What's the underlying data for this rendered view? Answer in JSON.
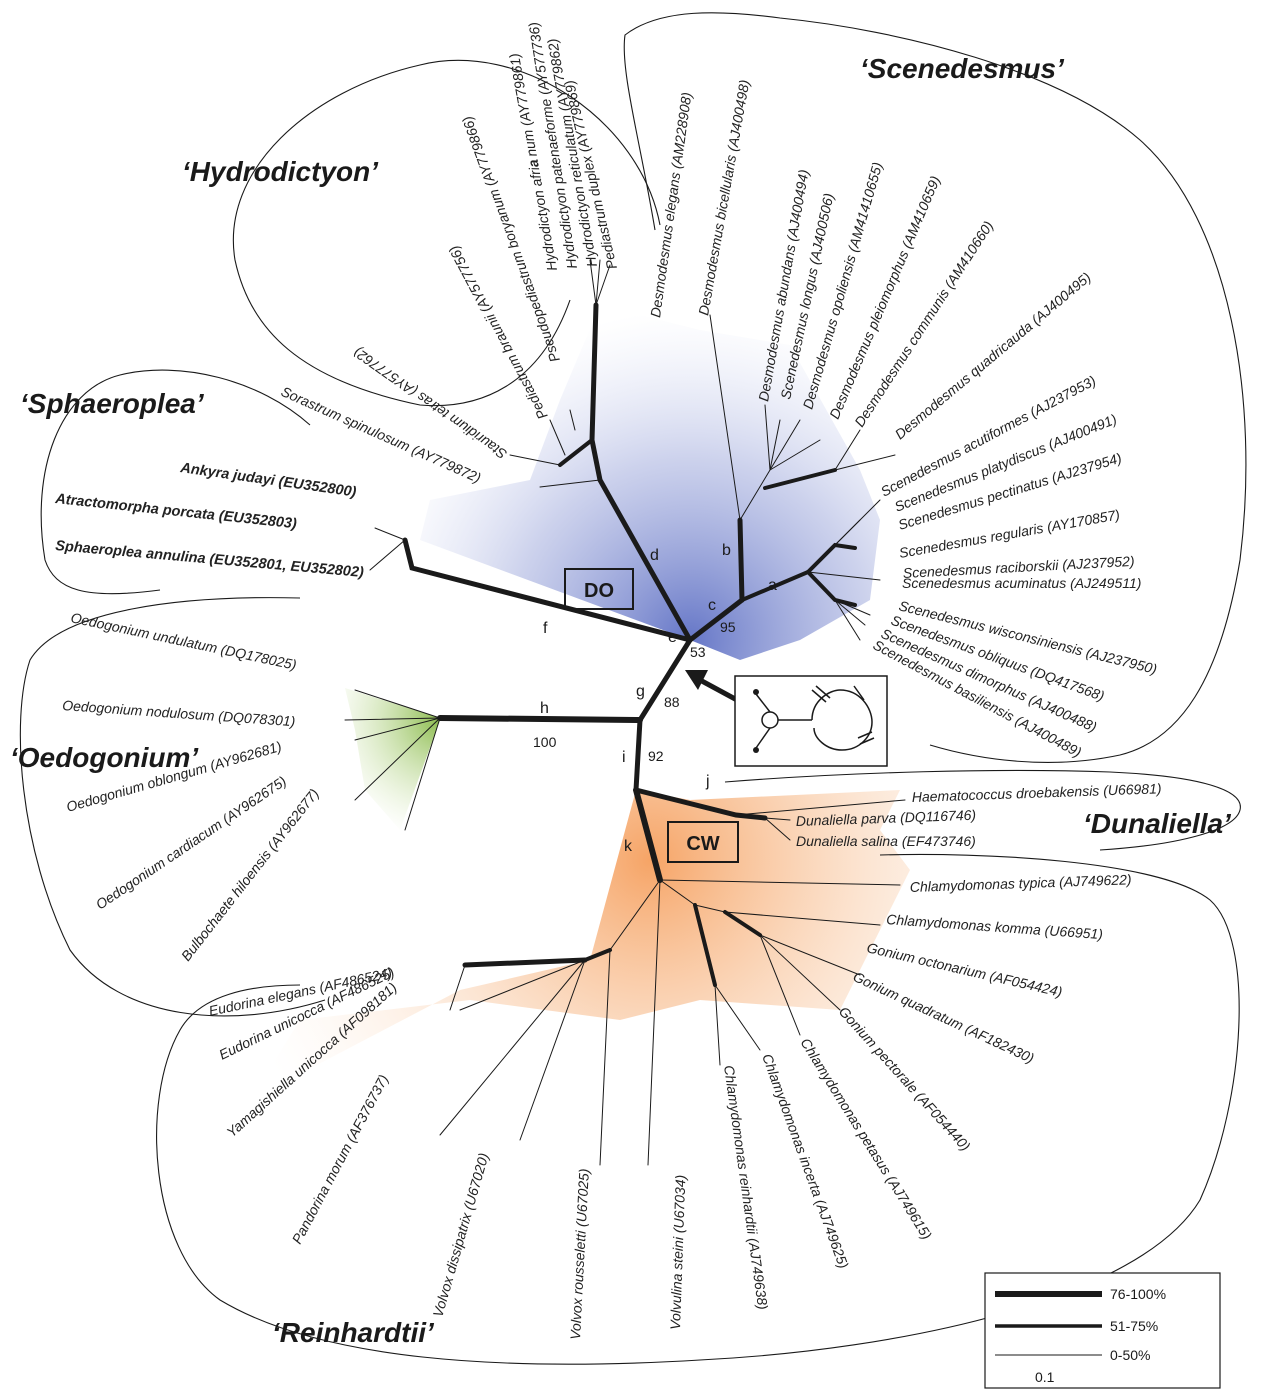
{
  "clades": {
    "scenedesmus": "‘Scenedesmus’",
    "hydrodictyon": "‘Hydrodictyon’",
    "sphaeroplea": "‘Sphaeroplea’",
    "oedogonium": "‘Oedogonium’",
    "dunaliella": "‘Dunaliella’",
    "reinhardtii": "‘Reinhardtii’"
  },
  "boxes": {
    "do": "DO",
    "cw": "CW"
  },
  "branch_labels": {
    "a": "a",
    "b": "b",
    "c": "c",
    "d": "d",
    "e": "e",
    "f": "f",
    "g": "g",
    "h": "h",
    "i": "i",
    "j": "j",
    "k": "k"
  },
  "bootstrap": {
    "c": "95",
    "e": "53",
    "g": "88",
    "h": "100",
    "i": "92"
  },
  "taxa": {
    "pediastrum_duplex": "Pediastrum duplex (AY779869)",
    "hydrodictyon_reticulatum": "Hydrodictyon reticulatum (AY779862)",
    "hydrodictyon_pateneaforme": "Hydrodictyon patenaeforme (AY577736)",
    "hydrodictyon_africanum": "Hydrodictyon afri",
    "hydrodictyon_africanum_b": "a",
    "hydrodictyon_africanum_c": "num (AY779861)",
    "pseudopediastrum": "Pseudopediastrum boryanum (AY779866)",
    "pediastrum_braunii": "Pediastrum braunii (AY577756)",
    "stauridium": "Stauridium tetras (AY577762)",
    "sorastrum": "Sorastrum spinulosum (AY779872)",
    "d_elegans": "Desmodesmus elegans (AM228908)",
    "d_bicellularis": "Desmodesmus bicellularis (AJ400498)",
    "d_abundans": "Desmodesmus abundans (AJ400494)",
    "s_longus": "Scenedesmus longus (AJ400506)",
    "d_opoliensis": "Desmodesmus opoliensis (AM41410655)",
    "d_pleiomorphus": "Desmodesmus pleiomorphus (AM410659)",
    "d_communis": "Desmodesmus communis (AM410660)",
    "d_quadricauda": "Desmodesmus quadricauda (AJ400495)",
    "s_acutiformes": "Scenedesmus acutiformes (AJ237953)",
    "s_platydiscus": "Scenedesmus platydiscus (AJ400491)",
    "s_pectinatus": "Scenedesmus pectinatus (AJ237954)",
    "s_regularis": "Scenedesmus regularis (AY170857)",
    "s_raciborskii": "Scenedesmus raciborskii (AJ237952)",
    "s_acuminatus": "Scenedesmus acuminatus (AJ249511)",
    "s_wisconsiniensis": "Scenedesmus wisconsiniensis (AJ237950)",
    "s_obliquus": "Scenedesmus obliquus (DQ417568)",
    "s_dimorphus": "Scenedesmus dimorphus (AJ400488)",
    "s_basiliensis": "Scenedesmus basiliensis (AJ400489)",
    "ankyra": "Ankyra judayi (EU352800)",
    "atractomorpha": "Atractomorpha porcata (EU352803)",
    "sphaeroplea": "Sphaeroplea annulina (EU352801, EU352802)",
    "o_undulatum": "Oedogonium undulatum (DQ178025)",
    "o_nodulosum": "Oedogonium nodulosum (DQ078301)",
    "o_oblongum": "Oedogonium oblongum (AY962681)",
    "o_cardiacum": "Oedogonium cardiacum (AY962675)",
    "bulbochaete": "Bulbochaete hiloensis (AY962677)",
    "haematococcus": "Haematococcus droebakensis (U66981)",
    "dunaliella_parva": "Dunaliella parva (DQ116746)",
    "dunaliella_salina": "Dunaliella salina (EF473746)",
    "c_typica": "Chlamydomonas typica (AJ749622)",
    "c_komma": "Chlamydomonas komma (U66951)",
    "g_octonarium": "Gonium octonarium (AF054424)",
    "g_quadratum": "Gonium quadratum (AF182430)",
    "g_pectorale": "Gonium pectorale (AF054440)",
    "c_petasus": "Chlamydomonas petasus (AJ749615)",
    "c_incerta": "Chlamydomonas incerta (AJ749625)",
    "c_reinhardtii": "Chlamydomonas reinhardtii (AJ749638)",
    "volvulina": "Volvulina steini (U67034)",
    "volvox_rousseletii": "Volvox rousseletti (U67025)",
    "volvox_dissipatrix": "Volvox dissipatrix (U67020)",
    "pandorina": "Pandorina morum (AF376737)",
    "yamagishiella": "Yamagishiella unicocca (AF098181)",
    "eudorina_unicocca": "Eudorina unicocca (AF486525)",
    "eudorina_elegans": "Eudorina elegans (AF486524)"
  },
  "legend": {
    "high": "76-100%",
    "mid": "51-75%",
    "low": "0-50%",
    "scale": "0.1"
  },
  "colors": {
    "do_shade": "#6f7fc8",
    "oedogonium_shade": "#8fbf4a",
    "cw_shade": "#f5a86a",
    "ink": "#1a1a1a"
  }
}
